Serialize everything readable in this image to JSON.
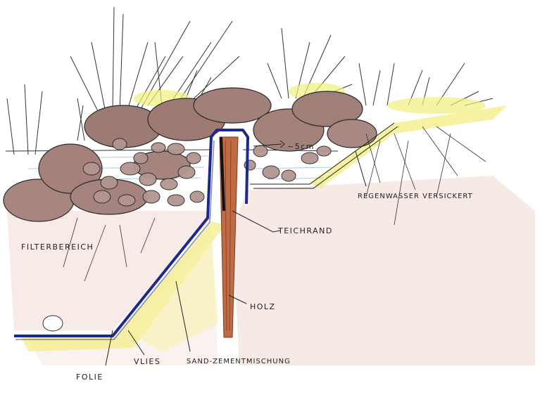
{
  "labels": {
    "filterbereich": "FILTERBEREICH",
    "teichrand": "TEICHRAND",
    "holz": "HOLZ",
    "folie": "FOLIE",
    "vlies": "VLIES",
    "sand_zement": "SAND-ZEMENTMISCHUNG",
    "regenwasser": "REGENWASSER VERSICKERT",
    "dimension": "~5cm"
  },
  "colors": {
    "foil": "#1a2a8c",
    "stone": "#9c7b74",
    "stone_outline": "#2a2a2a",
    "wood": "#b5603a",
    "sand": "#f2ec7a",
    "soil": "#d9a999",
    "grass_highlight": "#f0f07a",
    "water": "#7fb8d6"
  }
}
